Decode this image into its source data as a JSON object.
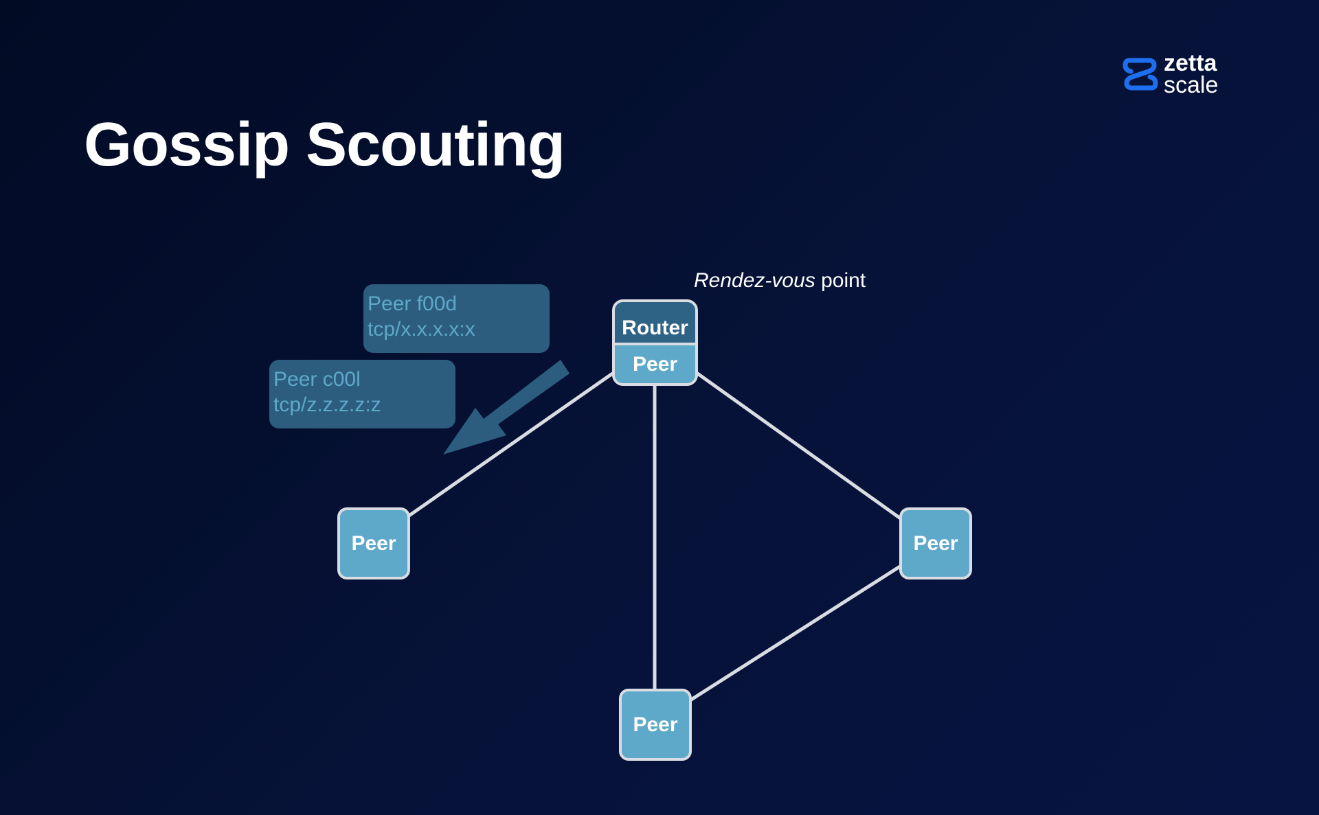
{
  "title": "Gossip Scouting",
  "logo": {
    "line1": "zetta",
    "line2": "scale",
    "icon": "zettascale-logo-mark",
    "accent": "#1e6ff0"
  },
  "diagram": {
    "rendezvous_label": {
      "italic": "Rendez-vous",
      "rest": " point"
    },
    "router": {
      "top_label": "Router",
      "bottom_label": "Peer"
    },
    "peers": {
      "left": "Peer",
      "right": "Peer",
      "bottom": "Peer"
    },
    "messages": [
      {
        "line1": "Peer f00d",
        "line2": "tcp/x.x.x.x:x"
      },
      {
        "line1": "Peer c00l",
        "line2": "tcp/z.z.z.z:z"
      }
    ],
    "arrow_direction": "toward-left-peer"
  },
  "colors": {
    "background": "#030c28",
    "node_fill": "#5ea8c9",
    "router_fill": "#2f6385",
    "node_border": "#d9dde3",
    "link": "#d9dde3",
    "message_fill": "#2c5d7e",
    "message_text": "#5ea8c9"
  }
}
